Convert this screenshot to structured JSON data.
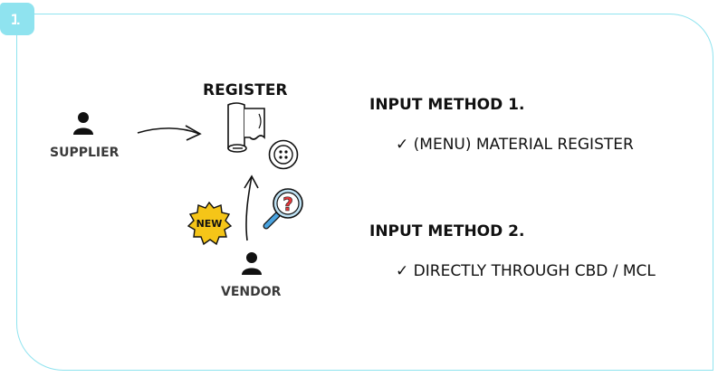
{
  "step": "1",
  "diagram": {
    "supplier_label": "SUPPLIER",
    "register_label": "REGISTER",
    "vendor_label": "VENDOR",
    "new_badge": "NEW",
    "question_mark": "?"
  },
  "methods": [
    {
      "title": "INPUT METHOD 1.",
      "check": "✓",
      "text": "(MENU) MATERIAL REGISTER"
    },
    {
      "title": "INPUT METHOD 2.",
      "check": "✓",
      "text": "DIRECTLY THROUGH CBD / MCL"
    }
  ],
  "colors": {
    "frame": "#8fe3ef",
    "badge": "#8fe3ef",
    "new_badge": "#f5c518"
  }
}
